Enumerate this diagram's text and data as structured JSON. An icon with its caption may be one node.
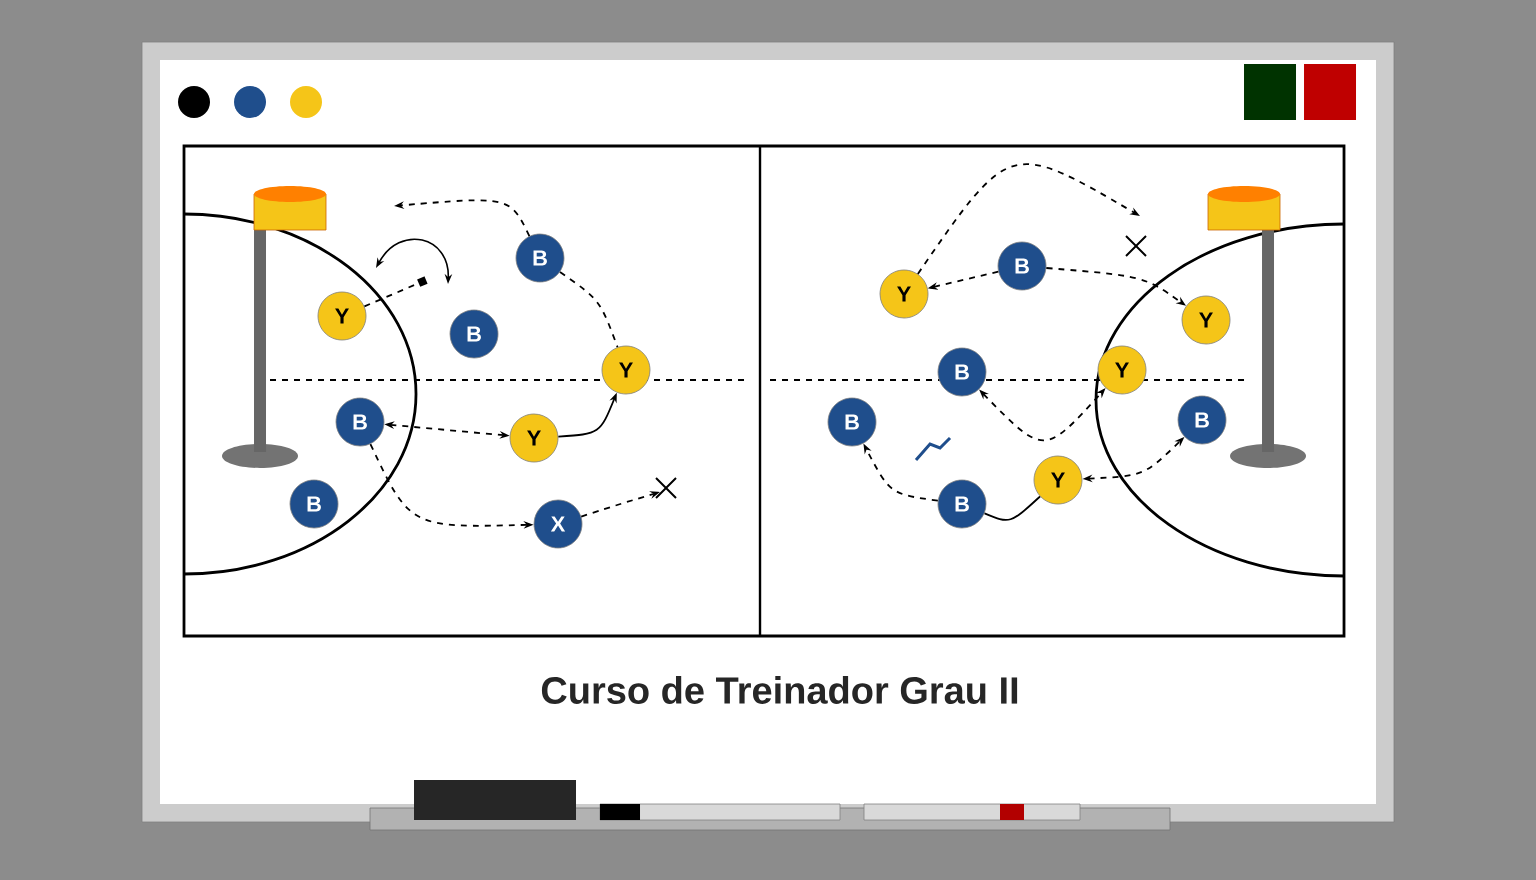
{
  "diagram": {
    "title": "Curso de Treinador Grau II",
    "nodes": [
      {
        "text": [
          "B"
        ]
      },
      {
        "text": [
          "Y"
        ]
      },
      {
        "text": [
          "B"
        ]
      },
      {
        "text": [
          "Y"
        ]
      },
      {
        "text": [
          "B"
        ]
      },
      {
        "text": [
          "Y"
        ]
      },
      {
        "text": [
          "B"
        ]
      },
      {
        "text": [
          "X"
        ]
      },
      {
        "text": [
          "B"
        ]
      },
      {
        "text": [
          "Y"
        ]
      },
      {
        "text": [
          "Y"
        ]
      },
      {
        "text": [
          "B"
        ]
      },
      {
        "text": [
          "Y"
        ]
      },
      {
        "text": [
          "B"
        ]
      },
      {
        "text": [
          "B"
        ]
      },
      {
        "text": [
          "Y"
        ]
      },
      {
        "text": [
          "B"
        ]
      }
    ],
    "edges": [
      {
        "from": 0,
        "to": null,
        "arrow": "to",
        "style": "dashed"
      },
      {
        "from": 0,
        "to": 3,
        "arrow": "none",
        "style": "dashed"
      },
      {
        "from": 1,
        "to": null,
        "arrow": "other",
        "style": "dashed"
      },
      {
        "from": 4,
        "to": 5,
        "arrow": "both",
        "style": "dashed"
      },
      {
        "from": 4,
        "to": 7,
        "arrow": "to",
        "style": "dashed"
      },
      {
        "from": 5,
        "to": 3,
        "arrow": "to"
      },
      {
        "from": 7,
        "to": null,
        "arrow": "to",
        "style": "dashed"
      },
      {
        "from": 9,
        "to": null,
        "arrow": "to",
        "style": "dashed"
      },
      {
        "from": 8,
        "to": 9,
        "arrow": "to",
        "style": "dashed"
      },
      {
        "from": 8,
        "to": 10,
        "arrow": "to",
        "style": "dashed"
      },
      {
        "from": 11,
        "to": 12,
        "arrow": "both",
        "style": "dashed"
      },
      {
        "from": 16,
        "to": 13,
        "arrow": "to",
        "style": "dashed"
      },
      {
        "from": 16,
        "to": 15,
        "arrow": "none"
      },
      {
        "from": 15,
        "to": 14,
        "arrow": "both",
        "style": "dashed"
      }
    ]
  }
}
